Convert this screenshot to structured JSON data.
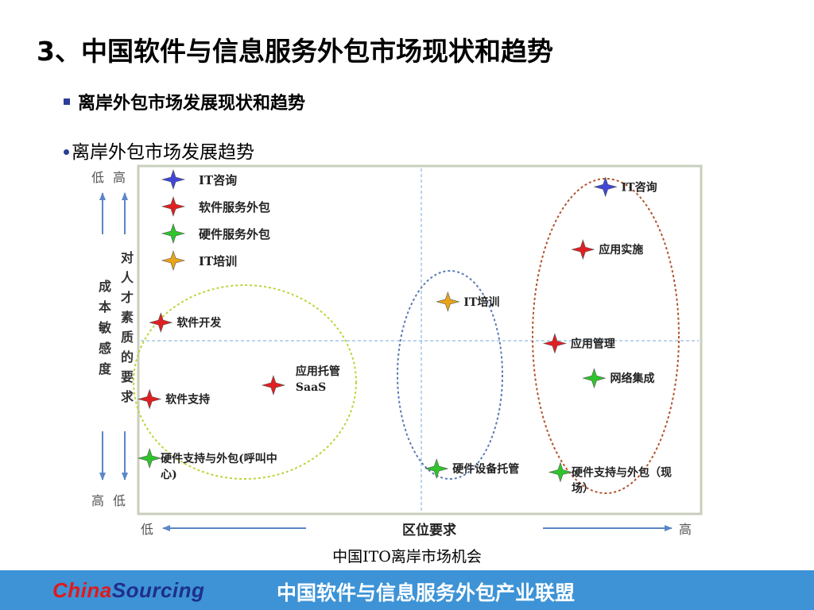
{
  "slide": {
    "title": "3、中国软件与信息服务外包市场现状和趋势",
    "bullet1": "离岸外包市场发展现状和趋势",
    "bullet2": "离岸外包市场发展趋势",
    "caption": "中国ITO离岸市场机会"
  },
  "footer": {
    "brand_part1": "China",
    "brand_part2": "Sourcing",
    "text": "中国软件与信息服务外包产业联盟"
  },
  "colors": {
    "blue": "#3f47d6",
    "red": "#e01f22",
    "green": "#2fc42b",
    "orange": "#e9a41a",
    "accent": "#2e3d98",
    "footer": "#3d93d6"
  },
  "chart_data": {
    "type": "scatter",
    "xlabel": "区位要求",
    "x_low": "低",
    "x_high": "高",
    "ylabel_left": "成本敏感度",
    "ylabel_right": "对人才素质的要求",
    "y_top_labels": [
      "低",
      "高"
    ],
    "y_bottom_labels": [
      "高",
      "低"
    ],
    "xlim": [
      0,
      100
    ],
    "ylim": [
      0,
      100
    ],
    "legend": [
      {
        "name": "IT咨询",
        "color": "blue"
      },
      {
        "name": "软件服务外包",
        "color": "red"
      },
      {
        "name": "硬件服务外包",
        "color": "green"
      },
      {
        "name": "IT培训",
        "color": "orange"
      }
    ],
    "points": [
      {
        "label": "软件开发",
        "color": "red",
        "x": 4,
        "y": 55
      },
      {
        "label": "软件支持",
        "color": "red",
        "x": 2,
        "y": 33
      },
      {
        "label": "应用托管 SaaS",
        "color": "red",
        "x": 24,
        "y": 37
      },
      {
        "label": "硬件支持与外包(呼叫中心)",
        "color": "green",
        "x": 2,
        "y": 16
      },
      {
        "label": "IT培训",
        "color": "orange",
        "x": 55,
        "y": 61
      },
      {
        "label": "硬件设备托管",
        "color": "green",
        "x": 53,
        "y": 13
      },
      {
        "label": "IT咨询",
        "color": "blue",
        "x": 83,
        "y": 94
      },
      {
        "label": "应用实施",
        "color": "red",
        "x": 79,
        "y": 76
      },
      {
        "label": "应用管理",
        "color": "red",
        "x": 74,
        "y": 49
      },
      {
        "label": "网络集成",
        "color": "green",
        "x": 81,
        "y": 39
      },
      {
        "label": "硬件支持与外包（现场）",
        "color": "green",
        "x": 75,
        "y": 12
      }
    ],
    "groups": [
      "low-location",
      "mid-location",
      "high-location"
    ]
  }
}
